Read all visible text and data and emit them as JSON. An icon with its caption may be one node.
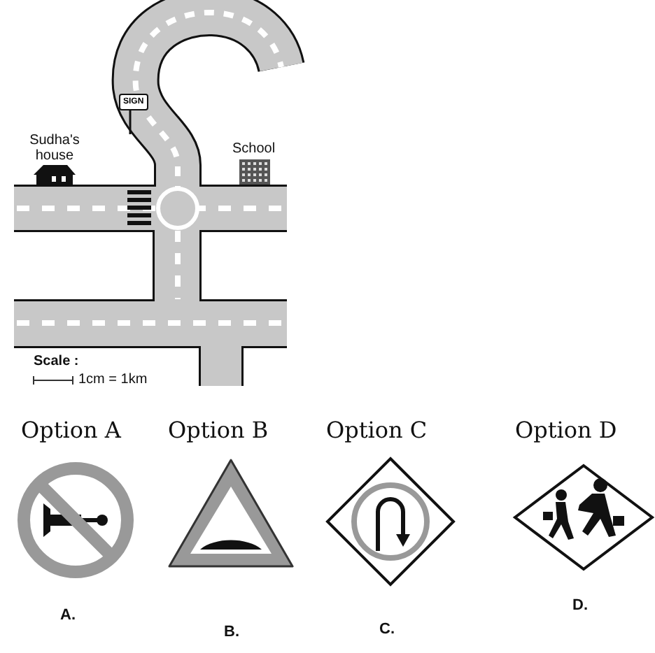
{
  "diagram": {
    "nodes": [
      {
        "text": [
          "SIGN"
        ]
      }
    ],
    "edges": [],
    "labels": [
      "Sudha's house",
      "School",
      "Scale :",
      "1cm = 1km",
      "Option A",
      "Option B",
      "Option C",
      "Option D",
      "A.",
      "B.",
      "C.",
      "D."
    ]
  }
}
